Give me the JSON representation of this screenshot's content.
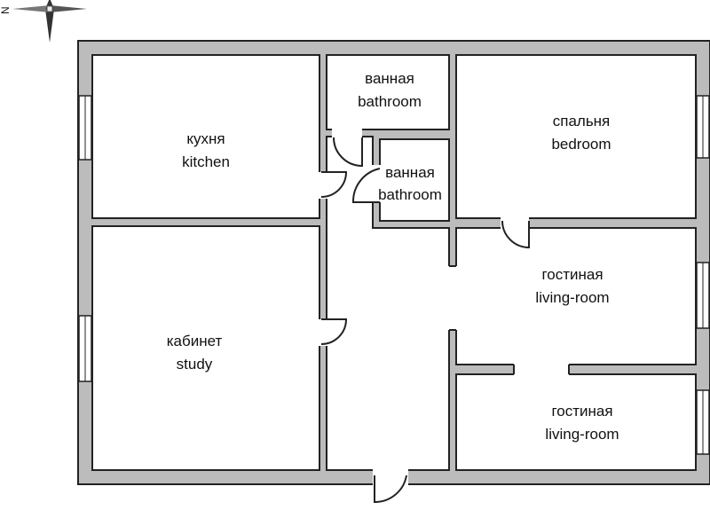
{
  "rooms": {
    "kitchen": {
      "ru": "кухня",
      "en": "kitchen"
    },
    "bathroom_large": {
      "ru": "ванная",
      "en": "bathroom"
    },
    "bathroom_small": {
      "ru": "ванная",
      "en": "bathroom"
    },
    "bedroom": {
      "ru": "спальня",
      "en": "bedroom"
    },
    "living_room_1": {
      "ru": "гостиная",
      "en": "living-room"
    },
    "study": {
      "ru": "кабинет",
      "en": "study"
    },
    "living_room_2": {
      "ru": "гостиная",
      "en": "living-room"
    }
  },
  "compass": {
    "icon": "compass-rose-icon",
    "label": "N"
  },
  "colors": {
    "wall": "#bcbcbc",
    "outline": "#222222",
    "floor": "#ffffff"
  }
}
